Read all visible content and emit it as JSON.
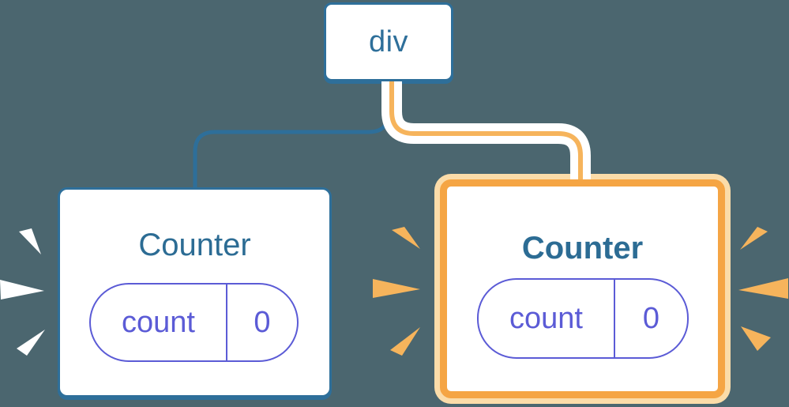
{
  "diagram": {
    "root": {
      "label": "div"
    },
    "children": [
      {
        "title": "Counter",
        "state": {
          "key": "count",
          "value": "0"
        },
        "highlighted": false
      },
      {
        "title": "Counter",
        "state": {
          "key": "count",
          "value": "0"
        },
        "highlighted": true
      }
    ]
  },
  "colors": {
    "background": "#4b666f",
    "node_blue": "#2e6f9a",
    "title_text": "#2c6c94",
    "state_indigo": "#5b5bd6",
    "highlight_orange": "#f5a544",
    "highlight_orange_light": "#fbdca9",
    "spark_orange": "#f6b45c",
    "spark_white": "#ffffff",
    "card_background": "#ffffff"
  },
  "icons": {
    "left_sparks": "white-burst-icon",
    "middle_sparks": "orange-burst-icon",
    "right_sparks": "orange-burst-icon"
  }
}
